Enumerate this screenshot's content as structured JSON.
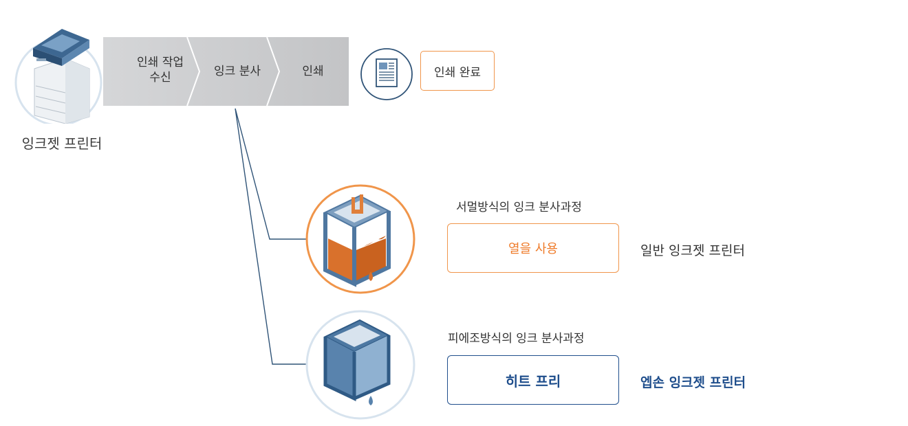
{
  "printer": {
    "label": "잉크젯 프린터"
  },
  "steps": [
    {
      "line1": "인쇄 작업",
      "line2": "수신"
    },
    {
      "line1": "잉크 분사"
    },
    {
      "line1": "인쇄"
    }
  ],
  "done": {
    "label": "인쇄 완료"
  },
  "thermal": {
    "title": "서멀방식의 잉크 분사과정",
    "box": "열을 사용",
    "side": "일반 잉크젯 프린터"
  },
  "piezo": {
    "title": "피에조방식의 잉크 분사과정",
    "box": "히트 프리",
    "side": "엡손 잉크젯 프린터"
  },
  "colors": {
    "orange": "#f0954a",
    "blue": "#1f4e8c",
    "gray": "#cfd0d2",
    "line": "#2f5377"
  }
}
